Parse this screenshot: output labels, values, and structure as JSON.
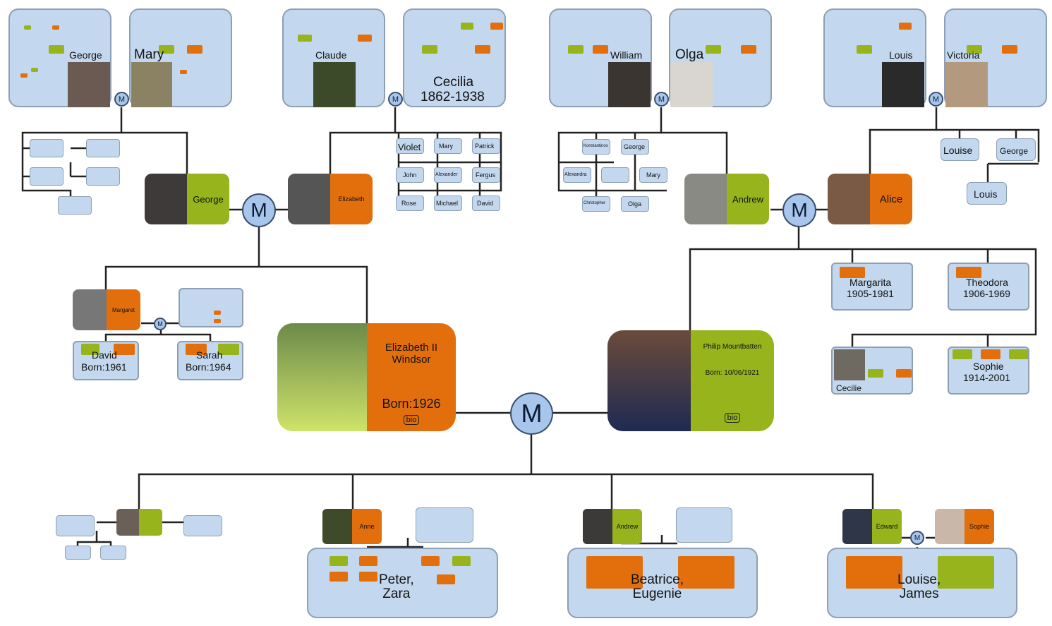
{
  "colors": {
    "orange": "#e36f0c",
    "green": "#97b41c",
    "box": "#c3d8ee",
    "marriage": "#a8c6ec"
  },
  "marriage_label": "M",
  "bio_label": "bio",
  "great_grandparents": {
    "george": "George",
    "mary": "Mary",
    "claude": "Claude",
    "cecilia": "Cecilia",
    "cecilia_years": "1862-1938",
    "william": "William",
    "olga": "Olga",
    "louis": "Louis",
    "victoria": "Victoria"
  },
  "grandparents": {
    "george": "George",
    "elizabeth": "Elizabeth",
    "andrew": "Andrew",
    "alice": "Alice"
  },
  "bowes_lyon_siblings": [
    "Violet",
    "Mary",
    "Patrick",
    "John",
    "Alexander",
    "Fergus",
    "Rose",
    "Michael",
    "David"
  ],
  "greek_siblings": [
    "Konstantinos",
    "George",
    "Alexandra",
    "Mary",
    "Christopher",
    "Olga"
  ],
  "mountbatten_siblings": [
    "Louise",
    "George",
    "Louis"
  ],
  "margaret": {
    "name": "Margaret",
    "children": [
      {
        "name": "David",
        "born": "Born:1961"
      },
      {
        "name": "Sarah",
        "born": "Born:1964"
      }
    ]
  },
  "philip_sisters": [
    {
      "name": "Margarita",
      "years": "1905-1981"
    },
    {
      "name": "Theodora",
      "years": "1906-1969"
    },
    {
      "name": "Cecilie",
      "years": ""
    },
    {
      "name": "Sophie",
      "years": "1914-2001"
    }
  ],
  "elizabeth": {
    "line1": "Elizabeth II",
    "line2": "Windsor",
    "born": "Born:1926"
  },
  "philip": {
    "name": "Philip Mountbatten",
    "born": "Born: 10/06/1921"
  },
  "children": {
    "anne": "Anne",
    "anne_children": "Peter,\nZara",
    "andrew": "Andrew",
    "andrew_children": "Beatrice,\nEugenie",
    "edward": "Edward",
    "sophie": "Sophie",
    "edward_children": "Louise,\nJames"
  }
}
